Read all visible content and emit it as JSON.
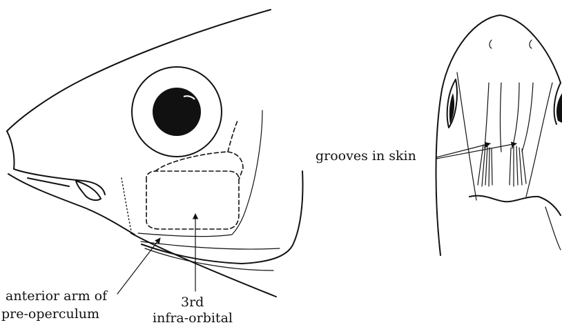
{
  "labels": {
    "grooves": "grooves in skin",
    "preop_line1": "anterior arm of",
    "preop_line2": "pre-operculum",
    "infra_line1": "3rd",
    "infra_line2": "infra-orbital"
  },
  "colors": {
    "ink": "#111111",
    "background": "#ffffff"
  }
}
